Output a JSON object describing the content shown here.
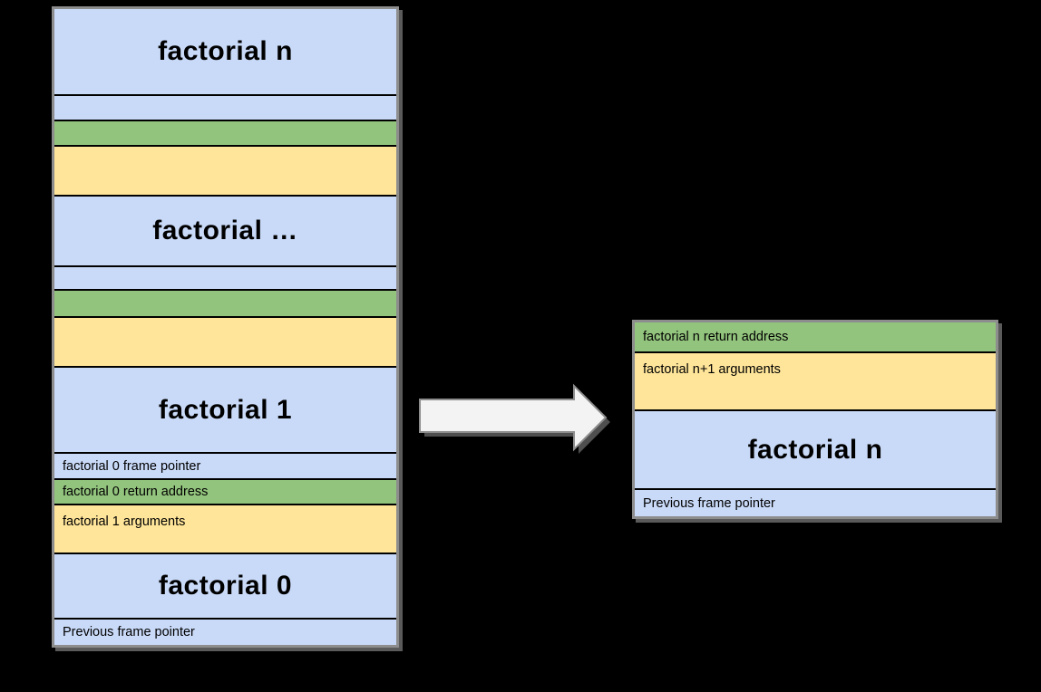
{
  "colors": {
    "background": "#000000",
    "blue": "#c9daf8",
    "green": "#93c47d",
    "yellow": "#ffe599",
    "frame_border": "#8d8d8d",
    "row_divider": "#000000",
    "shadow": "#5a5a5a",
    "arrow_fill": "#f3f3f3",
    "arrow_outline": "#8d8d8d",
    "text": "#000000"
  },
  "left_stack": {
    "rows": [
      {
        "type": "title",
        "color": "blue",
        "text": "factorial n"
      },
      {
        "type": "band",
        "color": "blue",
        "text": ""
      },
      {
        "type": "band",
        "color": "green",
        "text": ""
      },
      {
        "type": "band",
        "color": "yellow",
        "text": ""
      },
      {
        "type": "title",
        "color": "blue",
        "text": "factorial …"
      },
      {
        "type": "band",
        "color": "blue",
        "text": ""
      },
      {
        "type": "band",
        "color": "green",
        "text": ""
      },
      {
        "type": "band",
        "color": "yellow",
        "text": ""
      },
      {
        "type": "title",
        "color": "blue",
        "text": "factorial 1"
      },
      {
        "type": "label",
        "color": "blue",
        "text": "factorial 0 frame pointer"
      },
      {
        "type": "label",
        "color": "green",
        "text": "factorial 0 return address"
      },
      {
        "type": "label",
        "color": "yellow",
        "text": "factorial 1 arguments"
      },
      {
        "type": "title",
        "color": "blue",
        "text": "factorial 0"
      },
      {
        "type": "label",
        "color": "blue",
        "text": "Previous frame pointer"
      }
    ]
  },
  "arrow": {
    "icon": "right-block-arrow"
  },
  "right_box": {
    "rows": [
      {
        "type": "label",
        "color": "green",
        "text": "factorial n return address"
      },
      {
        "type": "label",
        "color": "yellow",
        "text": "factorial n+1 arguments"
      },
      {
        "type": "title",
        "color": "blue",
        "text": "factorial n"
      },
      {
        "type": "label",
        "color": "blue",
        "text": "Previous frame pointer"
      }
    ]
  }
}
